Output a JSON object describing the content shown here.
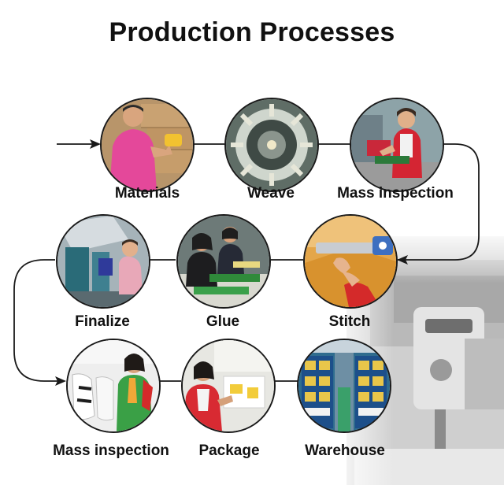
{
  "title": "Production Processes",
  "steps": [
    {
      "label": "Materials",
      "icon": "worker-with-materials-photo"
    },
    {
      "label": "Weave",
      "icon": "weaving-machine-photo"
    },
    {
      "label": "Mass inspection",
      "icon": "inspection-worker-photo"
    },
    {
      "label": "Stitch",
      "icon": "stitching-photo"
    },
    {
      "label": "Glue",
      "icon": "glue-workers-photo"
    },
    {
      "label": "Finalize",
      "icon": "finalize-machine-photo"
    },
    {
      "label": "Mass inspection",
      "icon": "inspection-worker-photo"
    },
    {
      "label": "Package",
      "icon": "packaging-worker-photo"
    },
    {
      "label": "Warehouse",
      "icon": "warehouse-shelves-photo"
    }
  ],
  "colors": {
    "line": "#1a1a1a",
    "title": "#111111"
  }
}
